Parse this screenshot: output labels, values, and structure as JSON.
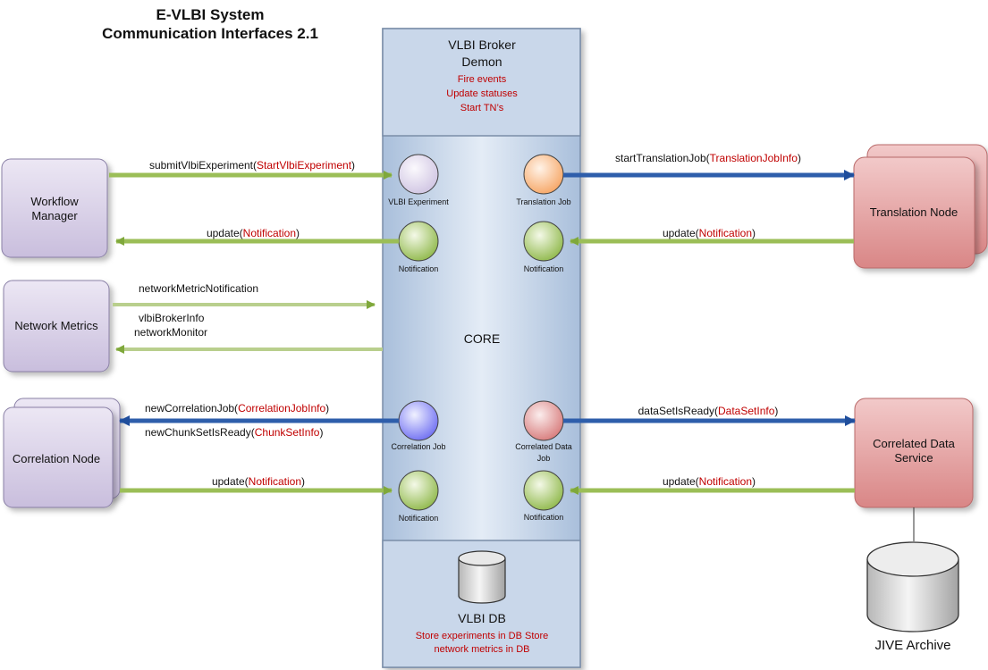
{
  "title": {
    "line1": "E-VLBI System",
    "line2": "Communication Interfaces 2.1"
  },
  "colors": {
    "accent_red": "#C00000",
    "green_arrow": "#8DB443",
    "blue_arrow": "#2E5EAB",
    "panel_blue": "#B8CCE4",
    "node_purple": "#D9D2E9",
    "node_red": "#E6A3A3"
  },
  "broker": {
    "title_line1": "VLBI Broker",
    "title_line2": "Demon",
    "notes": [
      "Fire events",
      "Update statuses",
      "Start TN’s"
    ],
    "core_label": "CORE",
    "db_label": "VLBI DB",
    "db_notes": [
      "Store experiments in DB Store",
      "network metrics in DB"
    ]
  },
  "nodes": {
    "workflow_line1": "Workflow",
    "workflow_line2": "Manager",
    "network_metrics": "Network Metrics",
    "correlation_node": "Correlation Node",
    "translation_node": "Translation Node",
    "correlated_line1": "Correlated Data",
    "correlated_line2": "Service",
    "jive_archive": "JIVE Archive"
  },
  "ports": {
    "vlbi_experiment": "VLBI Experiment",
    "translation_job": "Translation Job",
    "notification": "Notification",
    "correlation_job": "Correlation Job",
    "correlated_line1": "Correlated Data",
    "correlated_line2": "Job"
  },
  "messages": {
    "submit_method": "submitVlbiExperiment(",
    "submit_type": "StartVlbiExperiment",
    "update_method": "update(",
    "notification_type": "Notification",
    "close": ")",
    "network_metric_notification": "networkMetricNotification",
    "vlbi_broker_info": "vlbiBrokerInfo",
    "network_monitor": "networkMonitor",
    "new_correlation_method": "newCorrelationJob(",
    "new_correlation_type": "CorrelationJobInfo",
    "new_chunk_method": "newChunkSetIsReady(",
    "new_chunk_type": "ChunkSetInfo",
    "start_translation_method": "startTranslationJob(",
    "start_translation_type": "TranslationJobInfo",
    "dataset_ready_method": "dataSetIsReady(",
    "dataset_ready_type": "DataSetInfo"
  }
}
